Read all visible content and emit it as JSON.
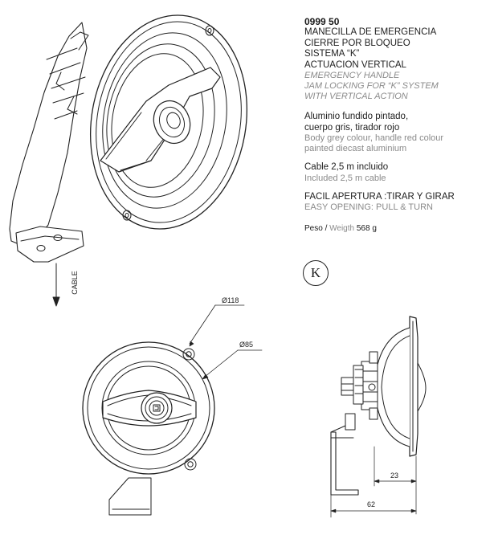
{
  "product": {
    "code": "0999 50",
    "title_es": [
      "MANECILLA DE EMERGENCIA",
      "CIERRE POR BLOQUEO",
      "SISTEMA “K”",
      "ACTUACION VERTICAL"
    ],
    "title_en": [
      "EMERGENCY  HANDLE",
      "JAM LOCKING  FOR “K” SYSTEM",
      "WITH VERTICAL ACTION"
    ],
    "material_es": [
      "Aluminio fundido pintado,",
      "cuerpo gris, tirador rojo"
    ],
    "material_en": [
      "Body grey colour, handle red colour",
      "painted diecast aluminium"
    ],
    "cable_es": "Cable 2,5 m incluido",
    "cable_en": "Included 2,5 m cable",
    "opening_es": "FACIL APERTURA :TIRAR Y GIRAR",
    "opening_en": "EASY OPENING: PULL & TURN",
    "weight_label_es": "Peso /",
    "weight_label_en": "Weigth",
    "weight_value": "568 g",
    "system_badge": "K"
  },
  "drawing": {
    "cable_label": "CABLE",
    "dim_outer": "Ø118",
    "dim_inner": "Ø85",
    "dim_depth": "23",
    "dim_total": "62"
  }
}
